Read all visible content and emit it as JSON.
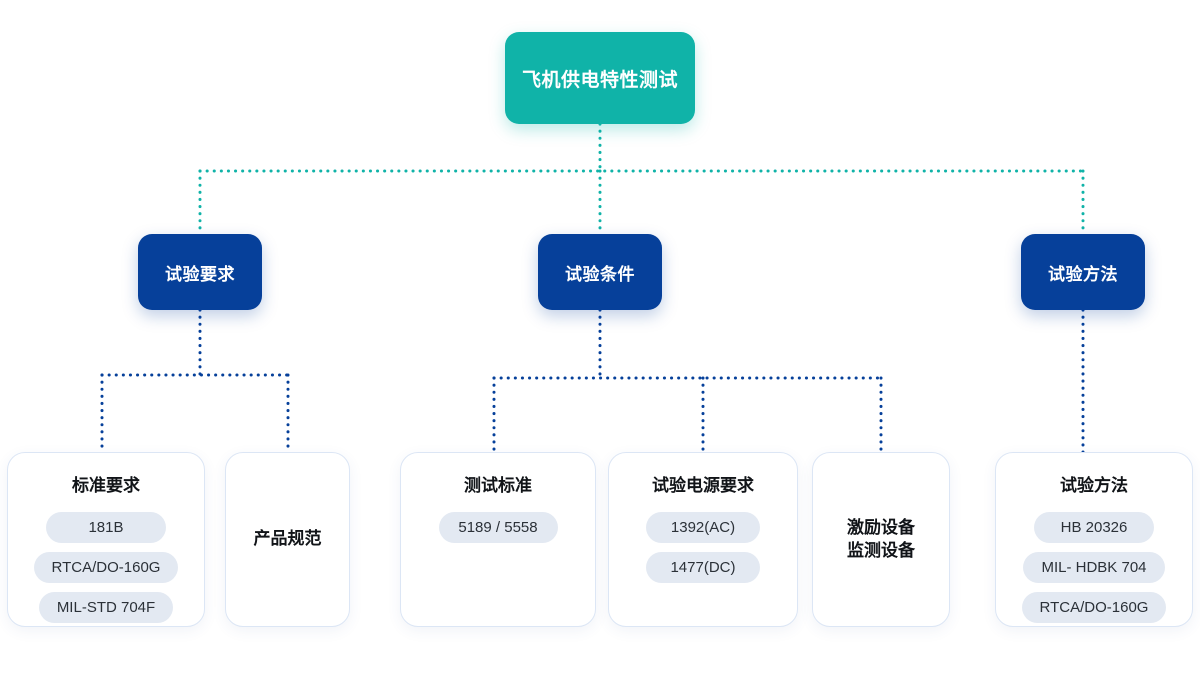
{
  "diagram": {
    "title": "飞机供电特性测试",
    "colors": {
      "root_fill": "#10b3a8",
      "branch_fill": "#06409a",
      "root_connector": "#10b3a8",
      "branch_connector": "#06409a",
      "pill_fill": "#e3e9f2",
      "card_border": "#dce6f5",
      "background": "#ffffff"
    },
    "root": {
      "label": "飞机供电特性测试"
    },
    "branches": [
      {
        "id": "requirements",
        "label": "试验要求"
      },
      {
        "id": "conditions",
        "label": "试验条件"
      },
      {
        "id": "methods",
        "label": "试验方法"
      }
    ],
    "cards": [
      {
        "id": "standard-requirements",
        "parent": "requirements",
        "title": "标准要求",
        "items": [
          "181B",
          "RTCA/DO-160G",
          "MIL-STD 704F"
        ]
      },
      {
        "id": "product-specification",
        "parent": "requirements",
        "title": "产品规范",
        "items": []
      },
      {
        "id": "test-standard",
        "parent": "conditions",
        "title": "测试标准",
        "items": [
          "5189 / 5558"
        ]
      },
      {
        "id": "test-power-requirements",
        "parent": "conditions",
        "title": "试验电源要求",
        "items": [
          "1392(AC)",
          "1477(DC)"
        ]
      },
      {
        "id": "excitation-monitoring-equipment",
        "parent": "conditions",
        "title": "激励设备\n监测设备",
        "items": []
      },
      {
        "id": "test-methods",
        "parent": "methods",
        "title": "试验方法",
        "items": [
          "HB 20326",
          "MIL- HDBK 704",
          "RTCA/DO-160G"
        ]
      }
    ]
  }
}
